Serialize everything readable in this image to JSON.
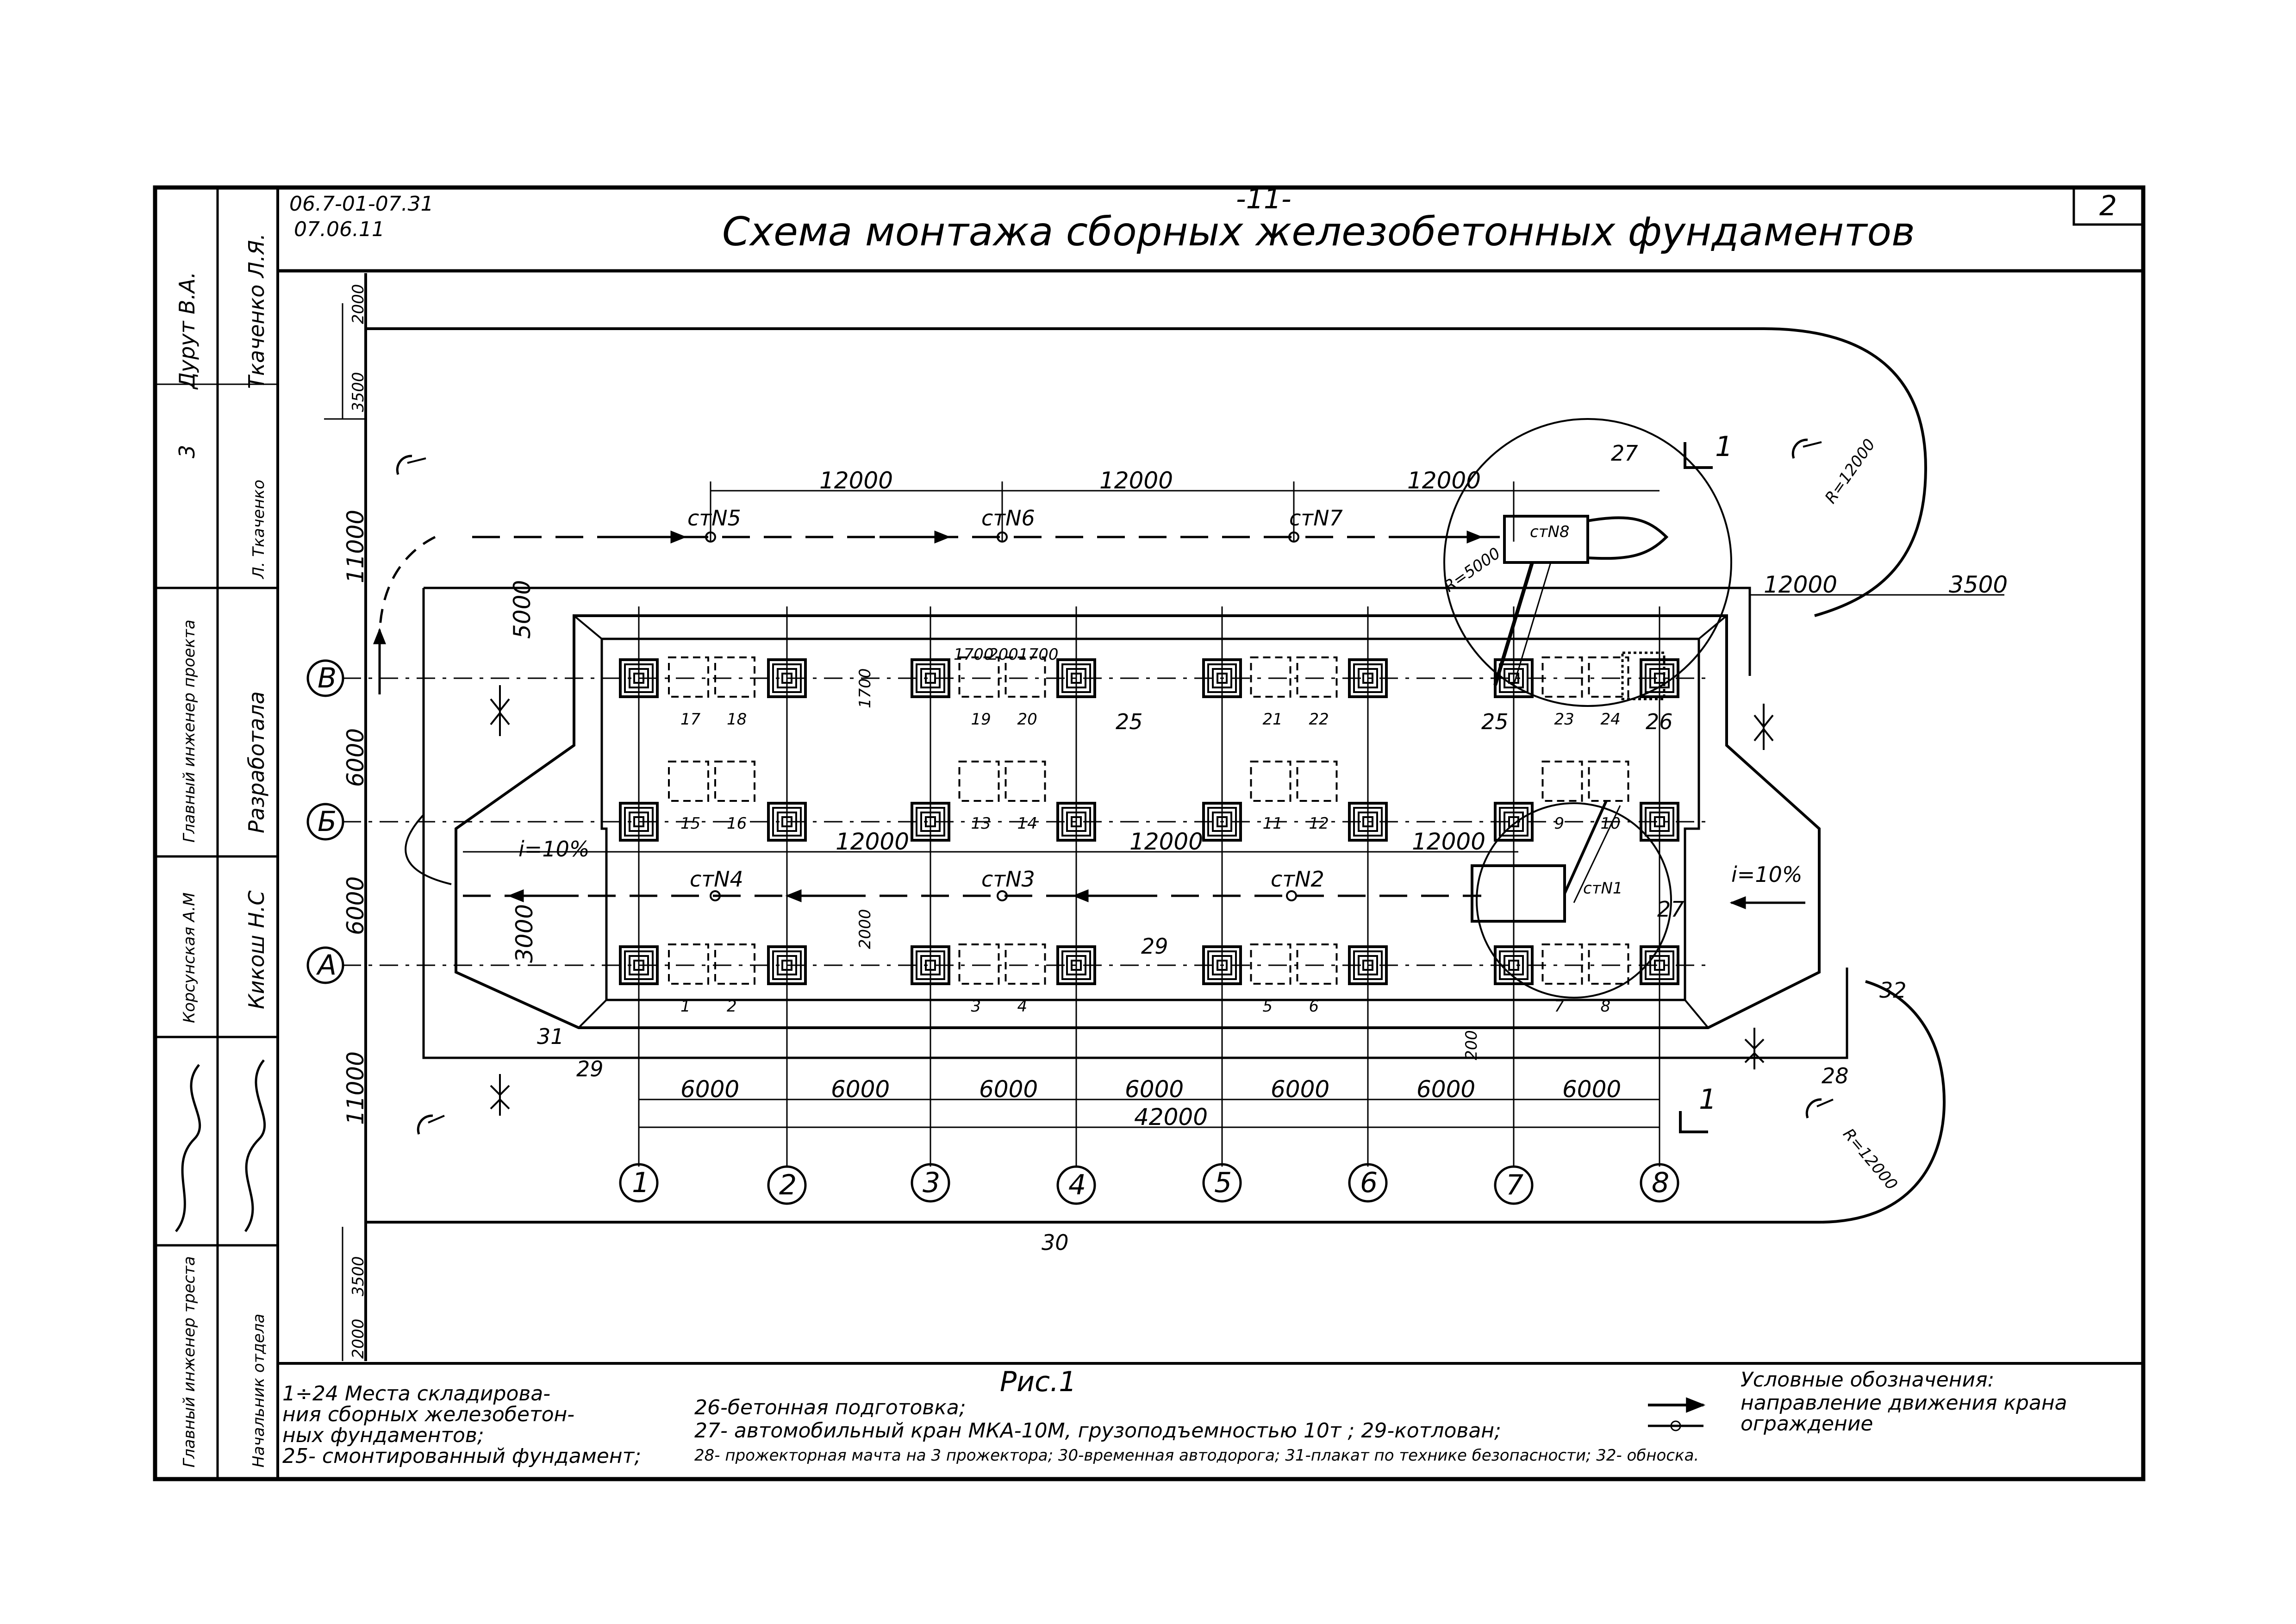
{
  "sheet": {
    "doc_code": "06.7-01-07.31",
    "doc_date": "07.06.11",
    "page_number": "-11-",
    "title": "Схема монтажа сборных железобетонных фундаментов",
    "sheet_number": "2",
    "figure_caption": "Рис.1"
  },
  "stamp": {
    "col1": [
      "Главный инженер треста",
      "Главный инженер проекта"
    ],
    "col2": [
      "Начальник отдела",
      "Разработала"
    ],
    "names": [
      "Дурут В.А.",
      "Ткаченко Л.Я.",
      "Кикош Н.С",
      "Корсунская А.М"
    ],
    "signature_marks": [
      "3",
      "Л. Ткаченко"
    ]
  },
  "axes": {
    "columns": [
      "1",
      "2",
      "3",
      "4",
      "5",
      "6",
      "7",
      "8"
    ],
    "rows": [
      "В",
      "Б",
      "А"
    ]
  },
  "stations": [
    "стN5",
    "стN6",
    "стN7",
    "стN8",
    "стN4",
    "стN3",
    "стN2",
    "стN1"
  ],
  "dimensions": {
    "bottom_spans": [
      "6000",
      "6000",
      "6000",
      "6000",
      "6000",
      "6000",
      "6000"
    ],
    "bottom_total": "42000",
    "top_spans": [
      "12000",
      "12000",
      "12000"
    ],
    "mid_spans": [
      "12000",
      "12000",
      "12000"
    ],
    "right_span": "12000",
    "right_3500": "3500",
    "left_vertical": [
      "2000",
      "3500",
      "11000",
      "5000",
      "6000",
      "6000",
      "3000",
      "11000",
      "3500",
      "2000"
    ],
    "detail_1700": "1700",
    "detail_2000": "2000",
    "detail_1700_row": [
      "1700",
      "200",
      "1700"
    ],
    "detail_200": "200",
    "radius_5000": "R=5000",
    "radius_12000": "R=12000",
    "slope": "i=10%"
  },
  "markers": {
    "storage": [
      "17",
      "18",
      "19",
      "20",
      "21",
      "22",
      "23",
      "24",
      "15",
      "16",
      "13",
      "14",
      "11",
      "12",
      "9",
      "10",
      "1",
      "2",
      "3",
      "4",
      "5",
      "6",
      "7",
      "8"
    ],
    "mounted": "25",
    "concrete": "26",
    "crane": "27",
    "mast": "28",
    "pit": "29",
    "road": "30",
    "poster": "31",
    "batter": "32",
    "section": "1"
  },
  "legend_left": {
    "line1": "1÷24 Места складирова-",
    "line2": "ния сборных железобетон-",
    "line3": "ных фундаментов;",
    "line4": "25- смонтированный фундамент;"
  },
  "legend_mid": {
    "line1": "26-бетонная подготовка;",
    "line2": "27- автомобильный кран МКА-10М, грузоподъемностью 10т ; 29-котлован;",
    "line3": "28- прожекторная мачта на 3 прожектора; 30-временная автодорога; 31-плакат по технике безопасности; 32- обноска."
  },
  "legend_right": {
    "title": "Условные обозначения:",
    "item1": "направление движения крана",
    "item2": "ограждение"
  }
}
